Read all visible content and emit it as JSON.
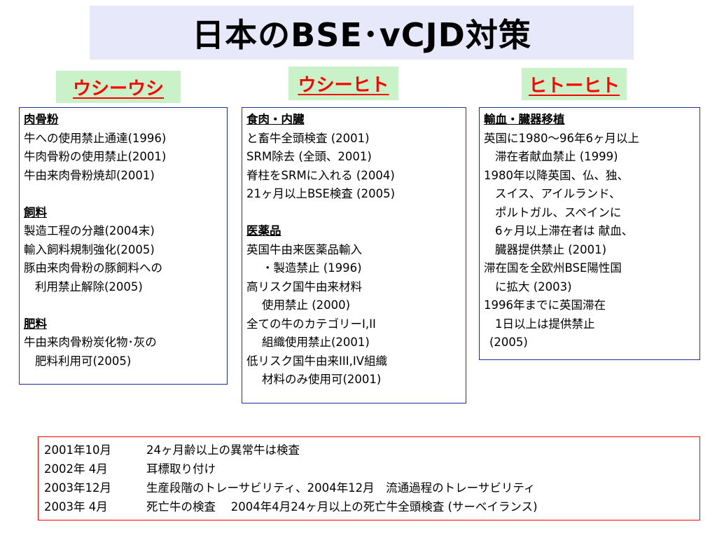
{
  "title": "日本のBSE･vCJD対策",
  "tags": {
    "cow_cow": "ウシーウシ",
    "cow_human": "ウシーヒト",
    "human_human": "ヒトーヒト"
  },
  "panel_left": {
    "sections": [
      {
        "heading": "肉骨粉",
        "lines": [
          "牛への使用禁止通達(1996)",
          "牛肉骨粉の使用禁止(2001)",
          "牛由来肉骨粉焼却(2001)"
        ]
      },
      {
        "heading": "飼料",
        "lines": [
          "製造工程の分離(2004末)",
          "輸入飼料規制強化(2005)",
          "豚由来肉骨粉の豚飼料への",
          "利用禁止解除(2005)"
        ]
      },
      {
        "heading": "肥料",
        "lines": [
          "牛由来肉骨粉炭化物･灰の",
          "肥料利用可(2005)"
        ]
      }
    ]
  },
  "panel_mid": {
    "sections": [
      {
        "heading": "食肉・内臓",
        "lines": [
          "と畜牛全頭検査 (2001)",
          "SRM除去 (全頭、2001)",
          "脊柱をSRMに入れる (2004)",
          "21ヶ月以上BSE検査 (2005)"
        ]
      },
      {
        "heading": "医薬品",
        "lines": [
          "英国牛由来医薬品輸入",
          "・製造禁止 (1996)",
          "高リスク国牛由来材料",
          "使用禁止 (2000)",
          "全ての牛のカテゴリーI,II",
          "組織使用禁止(2001)",
          "低リスク国牛由来III,IV組織",
          "材料のみ使用可(2001)"
        ]
      }
    ]
  },
  "panel_right": {
    "heading": "輸血・臓器移植",
    "lines": [
      "英国に1980～96年6ヶ月以上",
      "滞在者献血禁止 (1999)",
      "1980年以降英国、仏、独、",
      "スイス、アイルランド、",
      "ポルトガル、スペインに",
      "6ヶ月以上滞在者は 献血、",
      "臓器提供禁止 (2001)",
      "滞在国を全欧州BSE陽性国",
      "に拡大 (2003)",
      "1996年までに英国滞在",
      "1日以上は提供禁止",
      "(2005)"
    ]
  },
  "timeline": [
    {
      "date": "2001年10月",
      "text": "24ヶ月齢以上の異常牛は検査"
    },
    {
      "date": "2002年 4月",
      "text": "耳標取り付け"
    },
    {
      "date": "2003年12月",
      "text": "生産段階のトレーサビリティ、2004年12月　流通過程のトレーサビリティ"
    },
    {
      "date": "2003年 4月",
      "text": "死亡牛の検査　 2004年4月24ヶ月以上の死亡牛全頭検査 (サーベイランス)"
    }
  ],
  "colors": {
    "title_bg": "#e8e8fb",
    "tag_bg": "#c9f2c9",
    "tag_text": "#ff0000",
    "panel_border": "#1f2fa0",
    "timeline_border": "#ff0000"
  }
}
